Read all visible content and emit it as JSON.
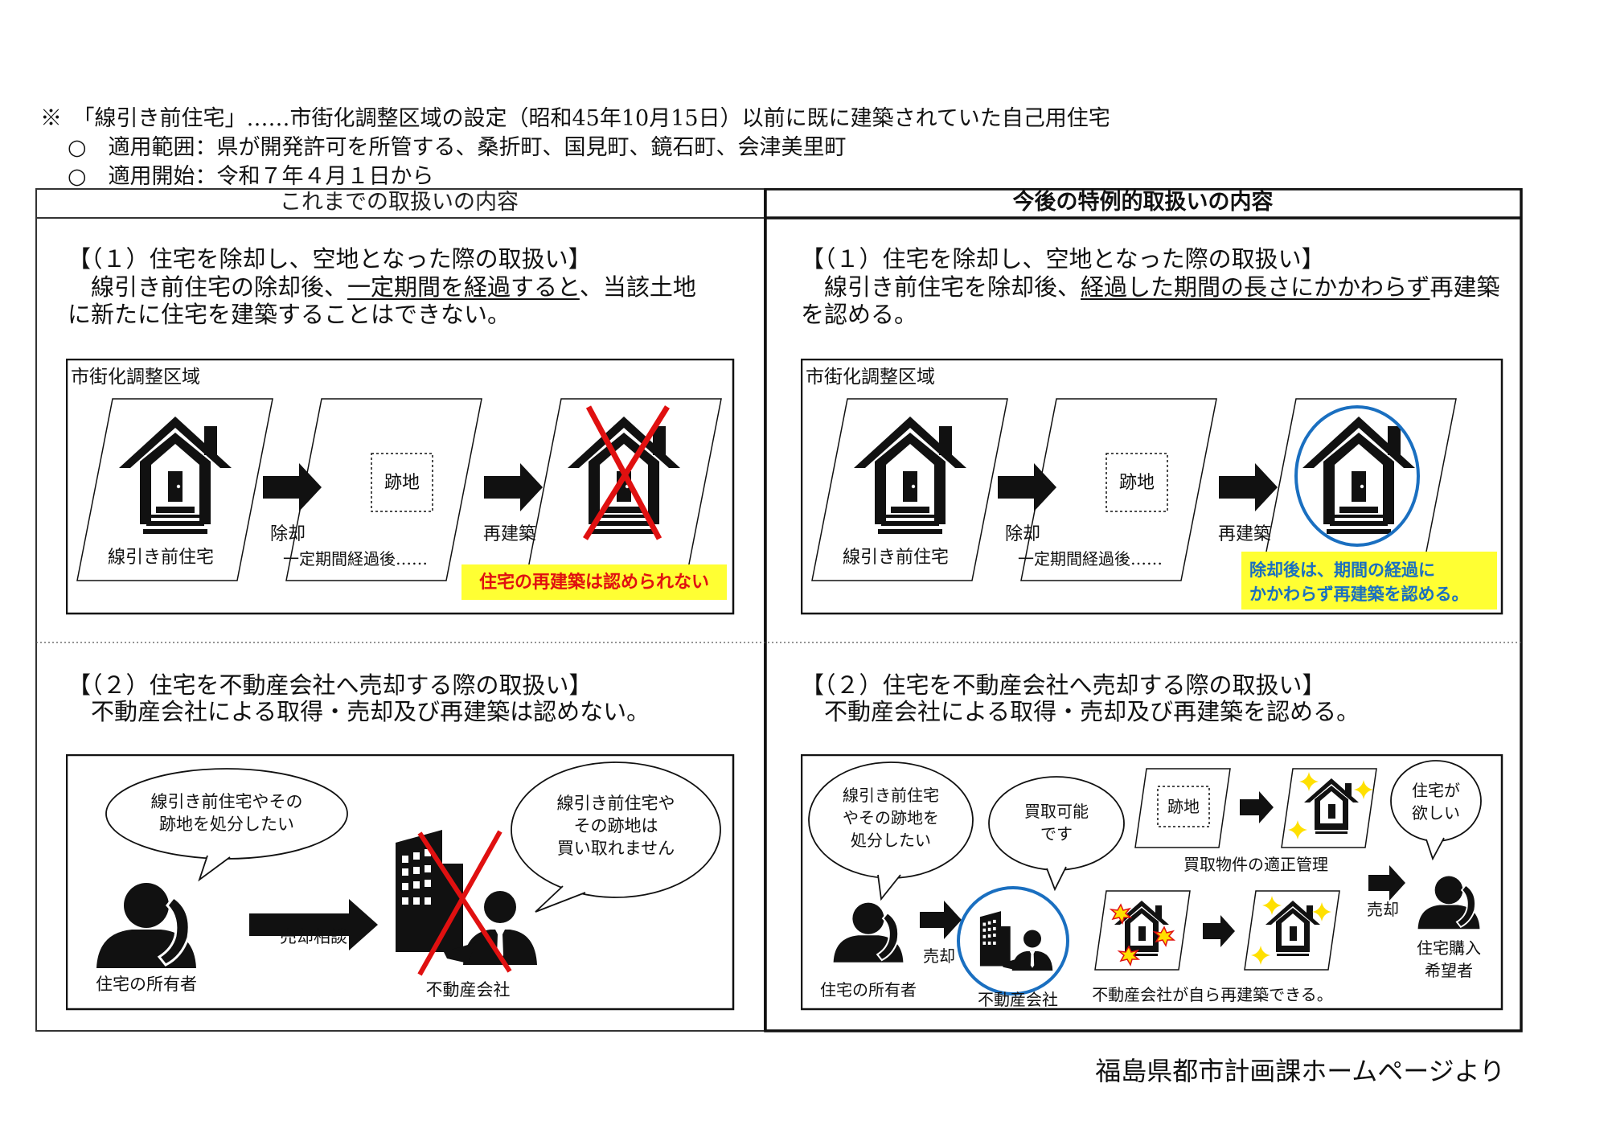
{
  "notes": {
    "definition": "※　「線引き前住宅」……市街化調整区域の設定（昭和45年10月15日）以前に既に建築されていた自己用住宅",
    "scope": "○　適用範囲：県が開発許可を所管する、桑折町、国見町、鏡石町、会津美里町",
    "start": "○　適用開始：令和７年４月１日から"
  },
  "columns": {
    "left_header": "これまでの取扱いの内容",
    "right_header": "今後の特例的取扱いの内容"
  },
  "left": {
    "s1": {
      "title": "【（１）住宅を除却し、空地となった際の取扱い】",
      "body_a": "　線引き前住宅の除却後、",
      "body_u": "一定期間を経過すると",
      "body_b": "、当該土地に新たに住宅を建築することはできない。"
    },
    "d1": {
      "zone": "市街化調整区域",
      "house_label": "線引き前住宅",
      "arrow1": "除却",
      "lot": "跡地",
      "lot_caption": "一定期間経過後……",
      "arrow2": "再建築",
      "callout": "住宅の再建築は認められない"
    },
    "s2": {
      "title": "【（２）住宅を不動産会社へ売却する際の取扱い】",
      "body": "　不動産会社による取得・売却及び再建築は認めない。"
    },
    "d2": {
      "bubble1a": "線引き前住宅やその",
      "bubble1b": "跡地を処分したい",
      "bubble2a": "線引き前住宅や",
      "bubble2b": "その跡地は",
      "bubble2c": "買い取れません",
      "arrow": "売却相談",
      "owner": "住宅の所有者",
      "company": "不動産会社"
    }
  },
  "right": {
    "s1": {
      "title": "【（１）住宅を除却し、空地となった際の取扱い】",
      "body_a": "　線引き前住宅を除却後、",
      "body_u": "経過した期間の長さにかかわらず",
      "body_b": "再建築を認める。"
    },
    "d1": {
      "zone": "市街化調整区域",
      "house_label": "線引き前住宅",
      "arrow1": "除却",
      "lot": "跡地",
      "lot_caption": "一定期間経過後……",
      "arrow2": "再建築",
      "callout_a": "除却後は、期間の経過に",
      "callout_b": "かかわらず再建築を認める。"
    },
    "s2": {
      "title": "【（２）住宅を不動産会社へ売却する際の取扱い】",
      "body": "　不動産会社による取得・売却及び再建築を認める。"
    },
    "d2": {
      "bubble1a": "線引き前住宅",
      "bubble1b": "やその跡地を",
      "bubble1c": "処分したい",
      "bubble2a": "買取可能",
      "bubble2b": "です",
      "bubble3a": "住宅が",
      "bubble3b": "欲しい",
      "lot": "跡地",
      "manage": "買取物件の適正管理",
      "sell_label": "売却",
      "sold_label": "売却",
      "owner": "住宅の所有者",
      "company": "不動産会社",
      "rebuild": "不動産会社が自ら再建築できる。",
      "buyer_a": "住宅購入",
      "buyer_b": "希望者"
    }
  },
  "source": "福島県都市計画課ホームページより",
  "colors": {
    "cross": "#e01010",
    "circle": "#1a6fc0",
    "callout_bg": "#ffff33",
    "callout_red": "#e01010",
    "callout_blue": "#1a6fc0",
    "sparkle": "#ffe000"
  }
}
